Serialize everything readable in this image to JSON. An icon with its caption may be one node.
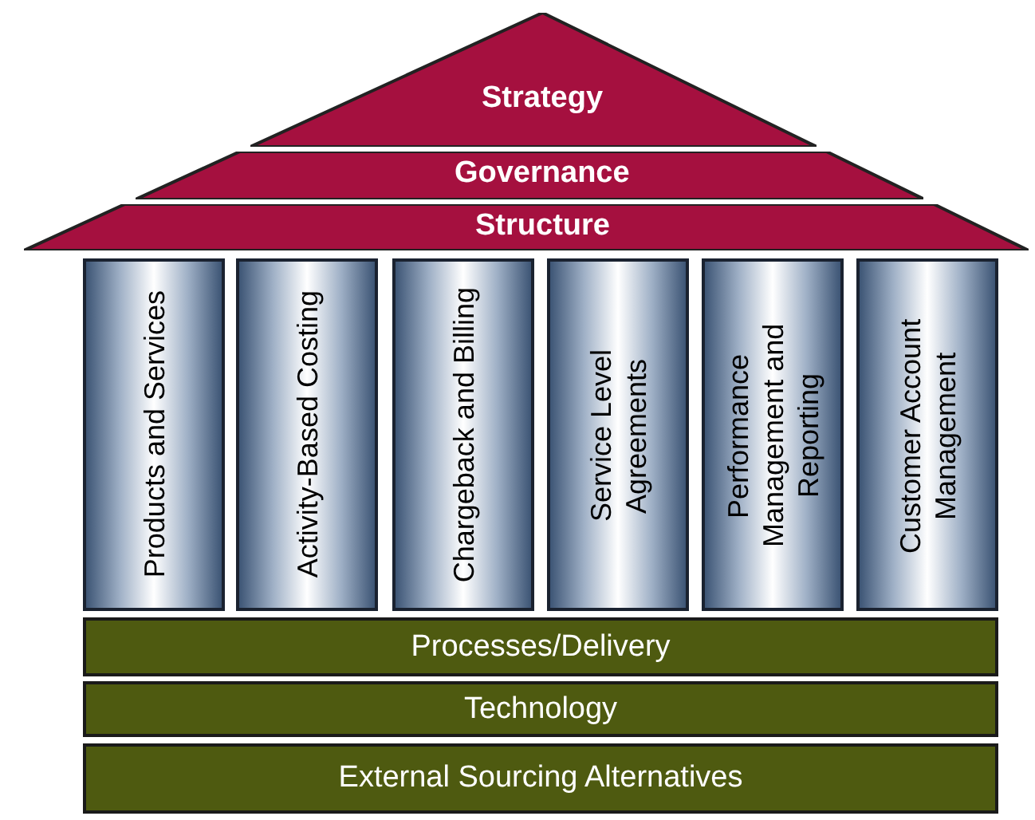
{
  "diagram": {
    "nodes": [
      {
        "text": [
          "Strategy"
        ]
      },
      {
        "text": [
          "Governance"
        ]
      },
      {
        "text": [
          "Structure"
        ]
      },
      {
        "text": [
          "Products and Services"
        ]
      },
      {
        "text": [
          "Activity-Based Costing"
        ]
      },
      {
        "text": [
          "Chargeback and Billing"
        ]
      },
      {
        "text": [
          "Service Level Agreements"
        ]
      },
      {
        "text": [
          "Performance Management and Reporting"
        ]
      },
      {
        "text": [
          "Customer Account Management"
        ]
      },
      {
        "text": [
          "Processes/Delivery"
        ]
      },
      {
        "text": [
          "Technology"
        ]
      },
      {
        "text": [
          "External Sourcing Alternatives"
        ]
      }
    ]
  }
}
